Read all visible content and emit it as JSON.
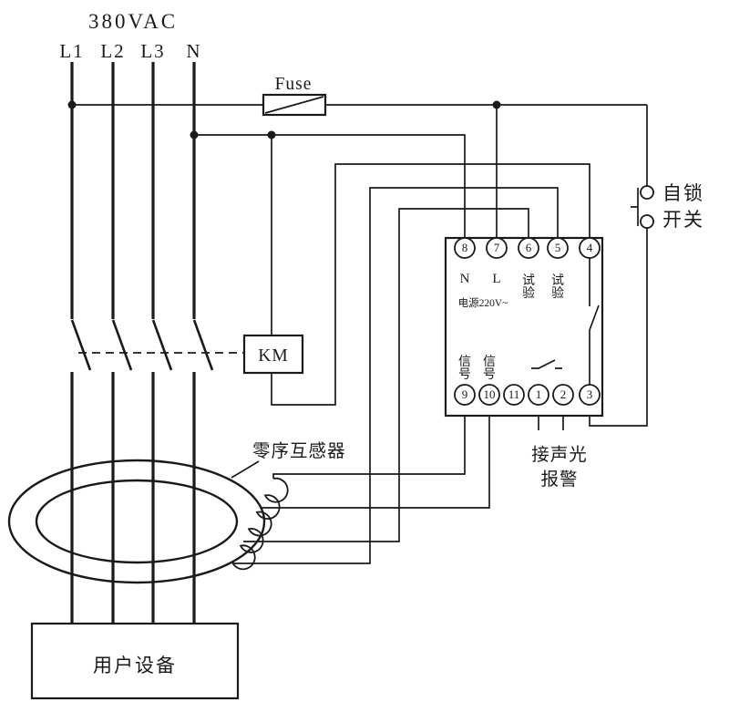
{
  "colors": {
    "line": "#1a1a1a",
    "background": "#ffffff"
  },
  "power": {
    "voltage_label": "380VAC",
    "phases": [
      "L1",
      "L2",
      "L3",
      "N"
    ]
  },
  "fuse": {
    "label": "Fuse"
  },
  "contactor": {
    "label": "KM"
  },
  "latch_switch": {
    "label_line1": "自锁",
    "label_line2": "开关"
  },
  "relay": {
    "power_spec": "电源220V~",
    "top_terminals": [
      {
        "num": "8",
        "label": "N"
      },
      {
        "num": "7",
        "label": "L"
      },
      {
        "num": "6",
        "label": "试验"
      },
      {
        "num": "5",
        "label": "试验"
      },
      {
        "num": "4",
        "label": ""
      }
    ],
    "bottom_terminals": [
      {
        "num": "9",
        "label": "信号"
      },
      {
        "num": "10",
        "label": "信号"
      },
      {
        "num": "11",
        "label": ""
      },
      {
        "num": "1",
        "label": ""
      },
      {
        "num": "2",
        "label": ""
      },
      {
        "num": "3",
        "label": ""
      }
    ]
  },
  "ct": {
    "label": "零序互感器"
  },
  "alarm": {
    "label_line1": "接声光",
    "label_line2": "报警"
  },
  "load": {
    "label": "用户设备"
  }
}
